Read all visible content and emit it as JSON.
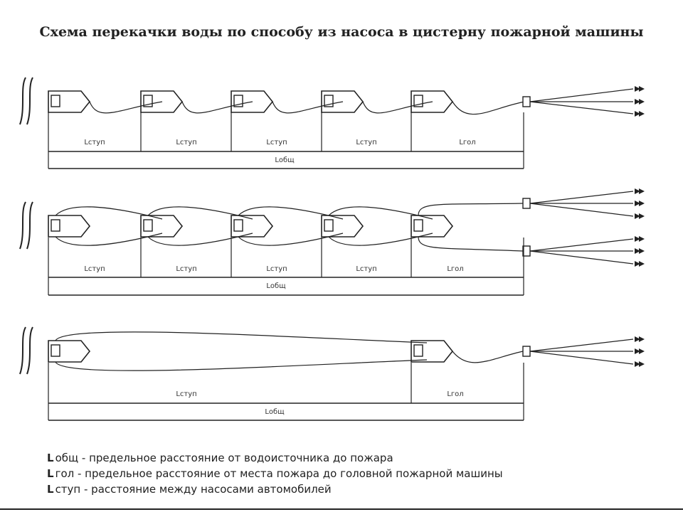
{
  "title": "Схема перекачки воды по способу из насоса в цистерну пожарной машины",
  "labels": {
    "stup": "Lступ",
    "gol": "Lгол",
    "obsh": "Lобщ"
  },
  "schemes": [
    {
      "id": "scheme-1",
      "stage_labels": [
        "Lступ",
        "Lступ",
        "Lступ",
        "Lступ",
        "Lгол"
      ],
      "total_label": "Lобщ",
      "description": "single hose line between trucks, 3 nozzles"
    },
    {
      "id": "scheme-2",
      "stage_labels": [
        "Lступ",
        "Lступ",
        "Lступ",
        "Lступ",
        "Lгол"
      ],
      "total_label": "Lобщ",
      "description": "double hose lines between trucks, 6 nozzles"
    },
    {
      "id": "scheme-3",
      "stage_labels": [
        "Lступ",
        "Lгол"
      ],
      "total_label": "Lобщ",
      "description": "single long stage, 3 nozzles"
    }
  ],
  "legend": [
    {
      "symbol": "L",
      "text": "общ - предельное расстояние от водоисточника до пожара"
    },
    {
      "symbol": "L",
      "text": "гол - предельное расстояние от места пожара до головной пожарной машины"
    },
    {
      "symbol": "L",
      "text": "ступ - расстояние между насосами автомобилей"
    }
  ]
}
